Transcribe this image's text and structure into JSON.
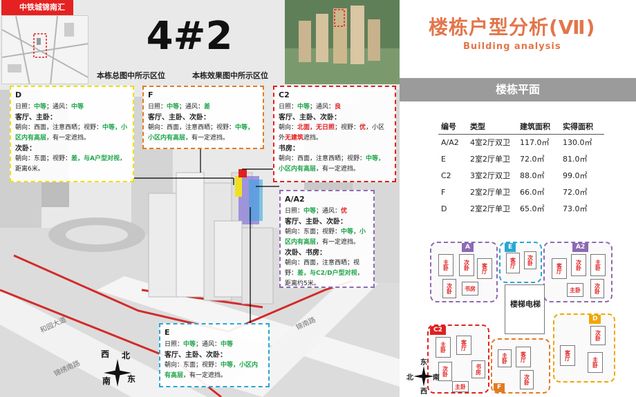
{
  "left": {
    "site_label": "中铁城锦南汇",
    "building_no": "4#2",
    "caption_site": "本栋总图中所示区位",
    "caption_render": "本栋效果图中所示区位",
    "road_label_1": "和园大道",
    "road_label_2": "锦南路",
    "road_label_3": "锦绣南路",
    "compass": {
      "n": "北",
      "e": "东",
      "s": "南",
      "w": "西"
    }
  },
  "boxes": {
    "d": {
      "title": "D",
      "line1_a": "日照：",
      "line1_b": "中等",
      "line1_c": "；通风：",
      "line1_d": "中等",
      "sub1": "客厅、主卧：",
      "sub1_text_a": "朝向：西面，注意西晒；视野：",
      "sub1_text_b": "中等，小区内有高层",
      "sub1_text_c": "，有一定遮挡。",
      "sub2": "次卧：",
      "sub2_text_a": "朝向：东面；视野：",
      "sub2_text_b": "差，与A户型对视",
      "sub2_text_c": "，距离6米。"
    },
    "f": {
      "title": "F",
      "line1_a": "日照：",
      "line1_b": "中等",
      "line1_c": "；通风：",
      "line1_d": "差",
      "sub1": "客厅、主卧、次卧：",
      "sub1_text_a": "朝向：西面，注意西晒；视野：",
      "sub1_text_b": "中等，小区内有高层",
      "sub1_text_c": "，有一定遮挡。"
    },
    "c2": {
      "title": "C2",
      "line1_a": "日照：",
      "line1_b": "中等",
      "line1_c": "；通风：",
      "line1_d": "良",
      "sub1": "客厅、主卧、次卧：",
      "sub1_text_a": "朝向：",
      "sub1_text_b": "北面，无日照",
      "sub1_text_c": "；视野：",
      "sub1_text_d": "优",
      "sub1_text_e": "，小区外",
      "sub1_text_f": "无建筑",
      "sub1_text_g": "遮挡。",
      "sub2": "书房：",
      "sub2_text_a": "朝向：西面，注意西晒；视野：",
      "sub2_text_b": "中等，小区内有高层",
      "sub2_text_c": "，有一定遮挡。"
    },
    "a2": {
      "title": "A/A2",
      "line1_a": "日照：",
      "line1_b": "中等",
      "line1_c": "；通风：",
      "line1_d": "优",
      "sub1": "客厅、主卧、次卧：",
      "sub1_text_a": "朝向：东面；视野：",
      "sub1_text_b": "中等，小区内有高层",
      "sub1_text_c": "，有一定遮挡。",
      "sub2": "次卧、书房：",
      "sub2_text_a": "朝向：西面，注意西晒；视野：",
      "sub2_text_b": "差，与C2/D户型对视",
      "sub2_text_c": "，距离约5米。"
    },
    "e": {
      "title": "E",
      "line1_a": "日照：",
      "line1_b": "中等",
      "line1_c": "；通风：",
      "line1_d": "中等",
      "sub1": "客厅、主卧、次卧：",
      "sub1_text_a": "朝向：东面；视野：",
      "sub1_text_b": "中等，小区内有高层",
      "sub1_text_c": "，有一定遮挡。"
    }
  },
  "right": {
    "title": "楼栋户型分析(Ⅶ)",
    "subtitle": "Building analysis",
    "section": "楼栋平面",
    "table_headers": [
      "编号",
      "类型",
      "建筑面积",
      "实得面积"
    ],
    "table_rows": [
      [
        "A/A2",
        "4室2厅双卫",
        "117.0㎡",
        "130.0㎡"
      ],
      [
        "E",
        "2室2厅单卫",
        "72.0㎡",
        "81.0㎡"
      ],
      [
        "C2",
        "3室2厅双卫",
        "88.0㎡",
        "99.0㎡"
      ],
      [
        "F",
        "2室2厅单卫",
        "66.0㎡",
        "72.0㎡"
      ],
      [
        "D",
        "2室2厅单卫",
        "65.0㎡",
        "73.0㎡"
      ]
    ],
    "plan": {
      "tags": {
        "a": "A",
        "e": "E",
        "a2": "A2",
        "c2": "C2",
        "d": "D",
        "f": "F"
      },
      "core": "楼梯电梯",
      "rooms": {
        "main": "主卧",
        "second": "次卧",
        "living": "客厅",
        "study": "书房"
      }
    },
    "compass": {
      "n": "北",
      "e": "东",
      "s": "南",
      "w": "西"
    }
  },
  "colors": {
    "title": "#e2764a",
    "green": "#1fa54a",
    "red": "#e02020",
    "yellow": "#e9e000",
    "orange": "#e37a22",
    "purple": "#8c6ab4",
    "blue": "#29a7d6"
  }
}
